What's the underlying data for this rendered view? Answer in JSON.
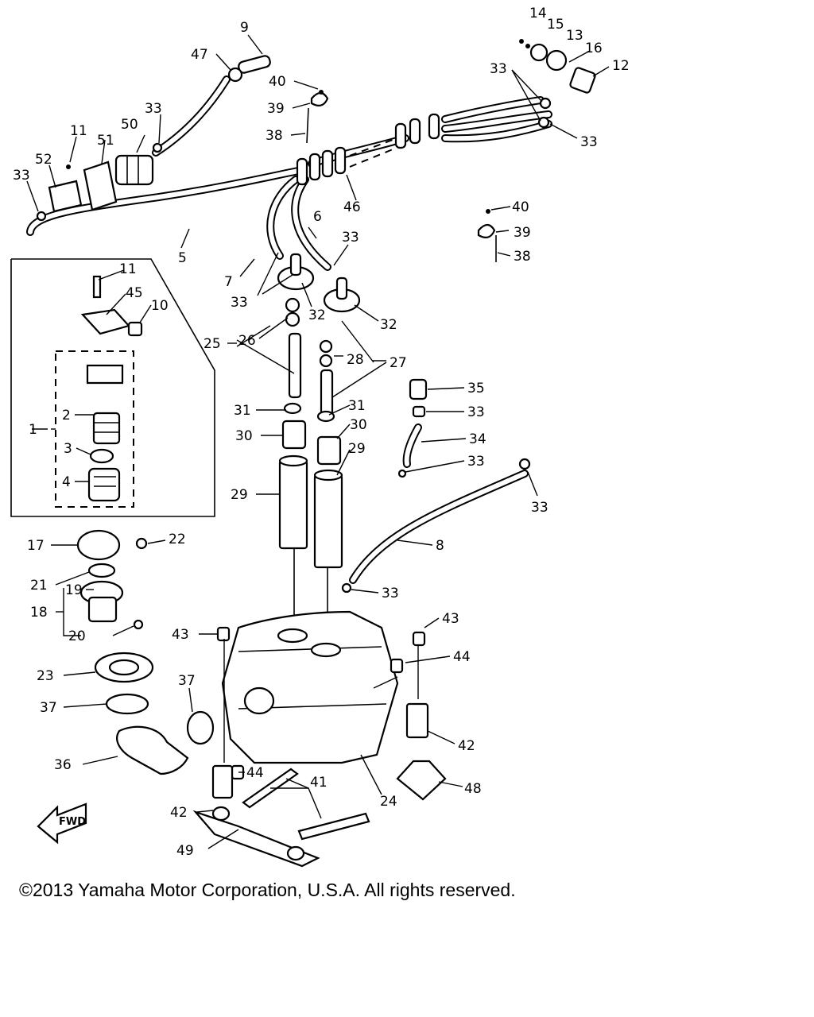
{
  "callouts": [
    {
      "id": "c9",
      "text": "9"
    },
    {
      "id": "c47",
      "text": "47"
    },
    {
      "id": "c40a",
      "text": "40"
    },
    {
      "id": "c39a",
      "text": "39"
    },
    {
      "id": "c38a",
      "text": "38"
    },
    {
      "id": "c14",
      "text": "14"
    },
    {
      "id": "c15",
      "text": "15"
    },
    {
      "id": "c13",
      "text": "13"
    },
    {
      "id": "c16",
      "text": "16"
    },
    {
      "id": "c12",
      "text": "12"
    },
    {
      "id": "c33a",
      "text": "33"
    },
    {
      "id": "c33b",
      "text": "33"
    },
    {
      "id": "c33c",
      "text": "33"
    },
    {
      "id": "c33d",
      "text": "33"
    },
    {
      "id": "c11a",
      "text": "11"
    },
    {
      "id": "c50",
      "text": "50"
    },
    {
      "id": "c51",
      "text": "51"
    },
    {
      "id": "c52",
      "text": "52"
    },
    {
      "id": "c46",
      "text": "46"
    },
    {
      "id": "c6",
      "text": "6"
    },
    {
      "id": "c5",
      "text": "5"
    },
    {
      "id": "c40b",
      "text": "40"
    },
    {
      "id": "c39b",
      "text": "39"
    },
    {
      "id": "c38b",
      "text": "38"
    },
    {
      "id": "c33e",
      "text": "33"
    },
    {
      "id": "c7",
      "text": "7"
    },
    {
      "id": "c33f",
      "text": "33"
    },
    {
      "id": "c32a",
      "text": "32"
    },
    {
      "id": "c32b",
      "text": "32"
    },
    {
      "id": "c11b",
      "text": "11"
    },
    {
      "id": "c45",
      "text": "45"
    },
    {
      "id": "c10",
      "text": "10"
    },
    {
      "id": "c25",
      "text": "25"
    },
    {
      "id": "c26",
      "text": "26"
    },
    {
      "id": "c28",
      "text": "28"
    },
    {
      "id": "c27",
      "text": "27"
    },
    {
      "id": "c35",
      "text": "35"
    },
    {
      "id": "c33g",
      "text": "33"
    },
    {
      "id": "c2",
      "text": "2"
    },
    {
      "id": "c1",
      "text": "1"
    },
    {
      "id": "c3",
      "text": "3"
    },
    {
      "id": "c4",
      "text": "4"
    },
    {
      "id": "c31a",
      "text": "31"
    },
    {
      "id": "c31b",
      "text": "31"
    },
    {
      "id": "c30a",
      "text": "30"
    },
    {
      "id": "c30b",
      "text": "30"
    },
    {
      "id": "c34",
      "text": "34"
    },
    {
      "id": "c29a",
      "text": "29"
    },
    {
      "id": "c29b",
      "text": "29"
    },
    {
      "id": "c33h",
      "text": "33"
    },
    {
      "id": "c33i",
      "text": "33"
    },
    {
      "id": "c17",
      "text": "17"
    },
    {
      "id": "c22",
      "text": "22"
    },
    {
      "id": "c8",
      "text": "8"
    },
    {
      "id": "c21",
      "text": "21"
    },
    {
      "id": "c19",
      "text": "19"
    },
    {
      "id": "c18",
      "text": "18"
    },
    {
      "id": "c33j",
      "text": "33"
    },
    {
      "id": "c20",
      "text": "20"
    },
    {
      "id": "c43a",
      "text": "43"
    },
    {
      "id": "c43b",
      "text": "43"
    },
    {
      "id": "c44a",
      "text": "44"
    },
    {
      "id": "c23",
      "text": "23"
    },
    {
      "id": "c37a",
      "text": "37"
    },
    {
      "id": "c37b",
      "text": "37"
    },
    {
      "id": "c42a",
      "text": "42"
    },
    {
      "id": "c36",
      "text": "36"
    },
    {
      "id": "c44b",
      "text": "44"
    },
    {
      "id": "c41",
      "text": "41"
    },
    {
      "id": "c48",
      "text": "48"
    },
    {
      "id": "c24",
      "text": "24"
    },
    {
      "id": "c42b",
      "text": "42"
    },
    {
      "id": "c49",
      "text": "49"
    }
  ],
  "fwd_label": "FWD",
  "copyright": "©2013 Yamaha Motor Corporation, U.S.A. All rights reserved."
}
